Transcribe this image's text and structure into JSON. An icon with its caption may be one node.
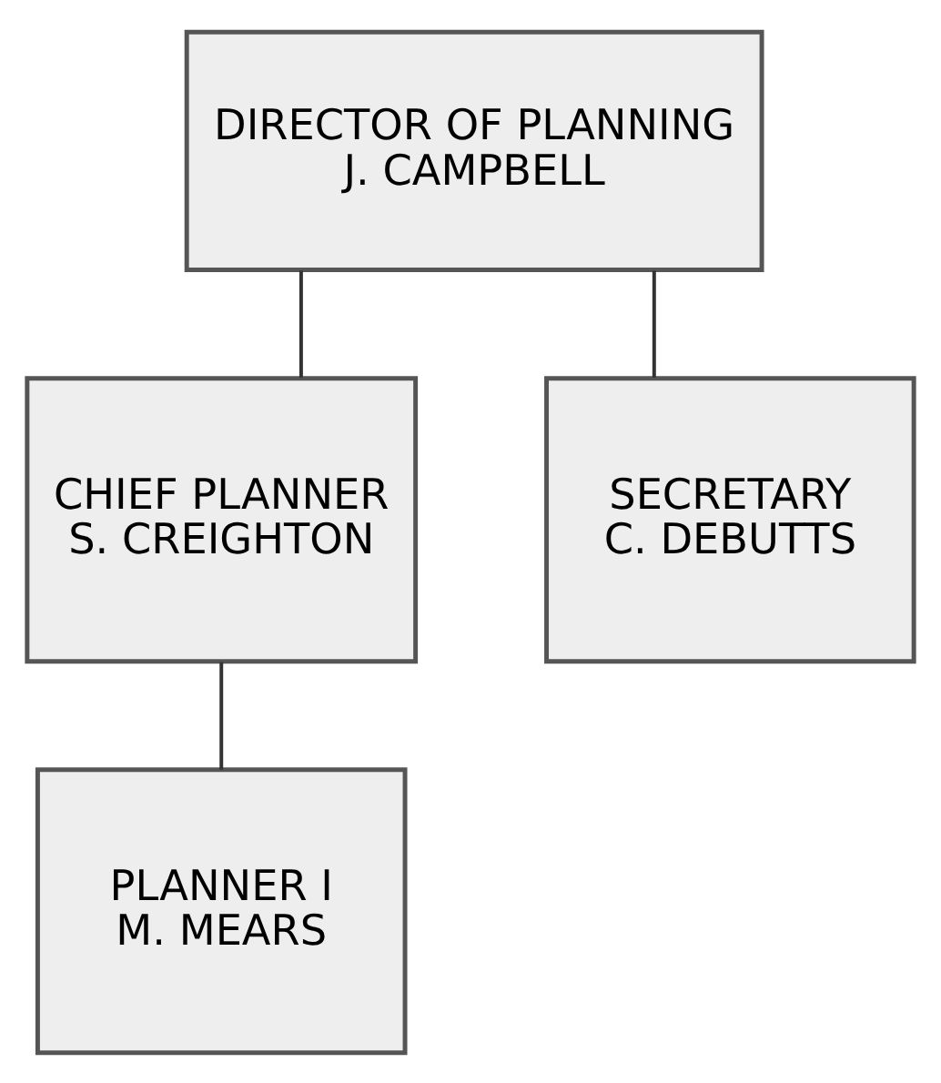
{
  "diagram": {
    "nodes": [
      {
        "text": [
          "DIRECTOR OF PLANNING",
          "J. CAMPBELL"
        ]
      },
      {
        "text": [
          "CHIEF PLANNER",
          "S. CREIGHTON"
        ]
      },
      {
        "text": [
          "SECRETARY",
          "C. DEBUTTS"
        ]
      },
      {
        "text": [
          "PLANNER I",
          "M. MEARS"
        ]
      }
    ],
    "edges": [
      {
        "from": 0,
        "to": 1,
        "arrow": "none"
      },
      {
        "from": 0,
        "to": 2,
        "arrow": "none"
      },
      {
        "from": 1,
        "to": 3,
        "arrow": "none"
      }
    ]
  }
}
